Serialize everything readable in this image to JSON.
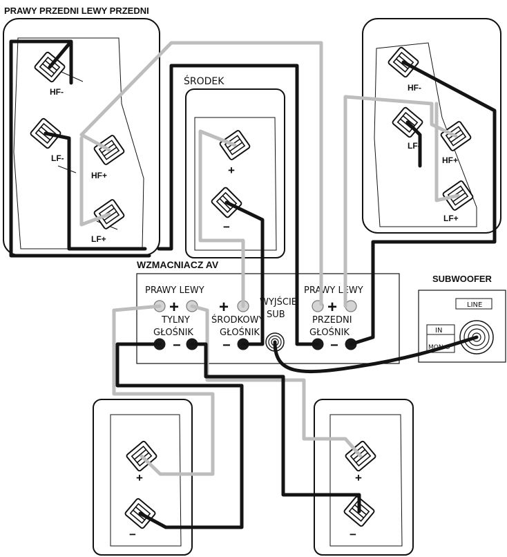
{
  "title": "PRAWY PRZEDNI LEWY PRZEDNI",
  "center": {
    "label": "ŚRODEK",
    "plus": "+",
    "minus": "−"
  },
  "front_left_speaker": {
    "hf_minus": "HF-",
    "lf_minus": "LF-",
    "hf_plus": "HF+",
    "lf_plus": "LF+"
  },
  "front_right_speaker": {
    "hf_minus": "HF-",
    "lf_minus": "LF-",
    "hf_plus": "HF+",
    "lf_plus": "LF+"
  },
  "amplifier": {
    "title": "WZMACNIACZ AV",
    "rear_lr": "PRAWY LEWY",
    "rear_1": "TYLNY",
    "rear_2": "GŁOŚNIK",
    "center_1": "ŚRODKOWY",
    "center_2": "GŁOŚNIK",
    "sub_1": "WYJŚCIE",
    "sub_2": "SUB",
    "front_lr": "PRAWY LEWY",
    "front_1": "PRZEDNI",
    "front_2": "GŁOŚNIK",
    "plus": "+",
    "minus": "−"
  },
  "subwoofer": {
    "title": "SUBWOOFER",
    "line": "LINE",
    "in": "IN",
    "mono": "MON O"
  },
  "rear_left_speaker": {
    "plus": "+",
    "minus": "−"
  },
  "rear_right_speaker": {
    "plus": "+",
    "minus": "−"
  },
  "colors": {
    "wire_black": "#141414",
    "wire_grey": "#bdbdbd"
  }
}
